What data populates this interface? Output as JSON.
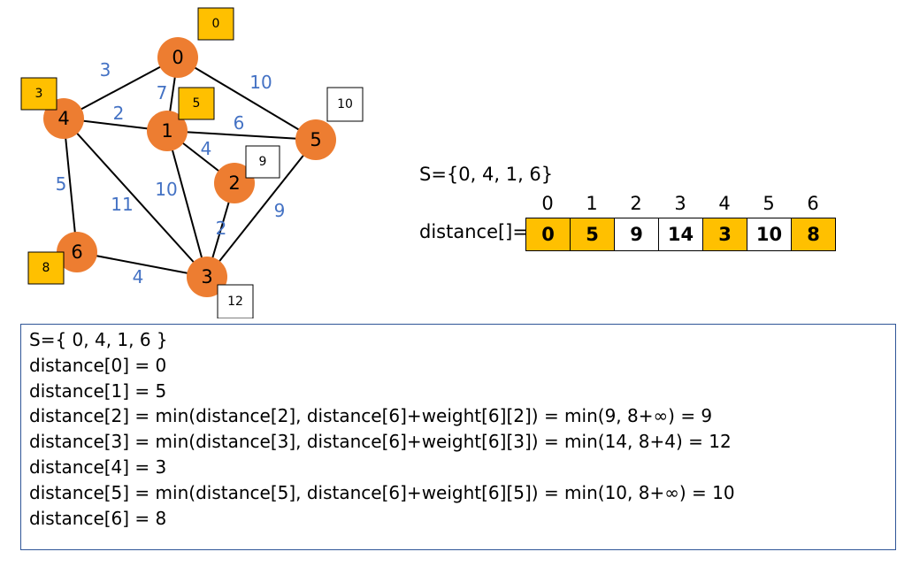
{
  "graph": {
    "nodes": [
      {
        "id": "0",
        "label": "0",
        "dist": "0",
        "dist_highlight": true
      },
      {
        "id": "1",
        "label": "1",
        "dist": "5",
        "dist_highlight": true
      },
      {
        "id": "2",
        "label": "2",
        "dist": "9",
        "dist_highlight": false
      },
      {
        "id": "3",
        "label": "3",
        "dist": "12",
        "dist_highlight": false
      },
      {
        "id": "4",
        "label": "4",
        "dist": "3",
        "dist_highlight": true
      },
      {
        "id": "5",
        "label": "5",
        "dist": "10",
        "dist_highlight": false
      },
      {
        "id": "6",
        "label": "6",
        "dist": "8",
        "dist_highlight": true
      }
    ],
    "edges": [
      {
        "from": "0",
        "to": "4",
        "weight": "3"
      },
      {
        "from": "0",
        "to": "1",
        "weight": "7"
      },
      {
        "from": "0",
        "to": "5",
        "weight": "10"
      },
      {
        "from": "4",
        "to": "1",
        "weight": "2"
      },
      {
        "from": "1",
        "to": "5",
        "weight": "6"
      },
      {
        "from": "1",
        "to": "2",
        "weight": "4"
      },
      {
        "from": "1",
        "to": "3",
        "weight": "10"
      },
      {
        "from": "4",
        "to": "6",
        "weight": "5"
      },
      {
        "from": "4",
        "to": "3",
        "weight": "11"
      },
      {
        "from": "2",
        "to": "3",
        "weight": "2"
      },
      {
        "from": "5",
        "to": "3",
        "weight": "9"
      },
      {
        "from": "6",
        "to": "3",
        "weight": "4"
      }
    ]
  },
  "set_label": "S={0, 4, 1, 6}",
  "array": {
    "label": "distance[]=",
    "indices": [
      "0",
      "1",
      "2",
      "3",
      "4",
      "5",
      "6"
    ],
    "values": [
      "0",
      "5",
      "9",
      "14",
      "3",
      "10",
      "8"
    ],
    "highlighted": [
      true,
      true,
      false,
      false,
      true,
      false,
      true
    ]
  },
  "textbox": {
    "lines": [
      "S={ 0, 4, 1, 6 }",
      "distance[0] = 0",
      "distance[1] = 5",
      "distance[2] = min(distance[2], distance[6]+weight[6][2]) = min(9, 8+∞) = 9",
      "distance[3] = min(distance[3], distance[6]+weight[6][3]) = min(14, 8+4) = 12",
      "distance[4] = 3",
      "distance[5] = min(distance[5], distance[6]+weight[6][5]) = min(10, 8+∞) = 10",
      "distance[6] = 8"
    ]
  },
  "colors": {
    "node_fill": "#ed7d31",
    "highlight": "#ffc000",
    "weight_text": "#4472c4",
    "textbox_border": "#2f5597"
  }
}
